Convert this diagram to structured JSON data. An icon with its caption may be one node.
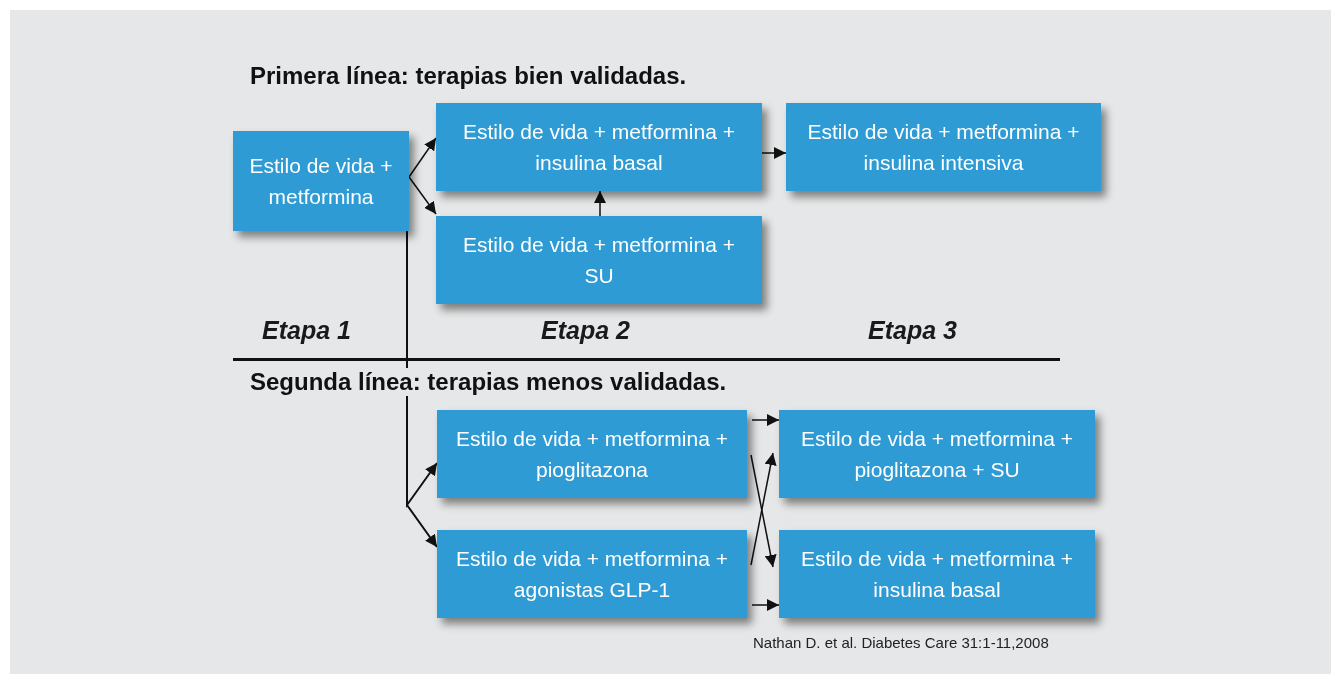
{
  "diagram": {
    "nodes": [
      {
        "text": [
          "Estilo de vida + metformina"
        ]
      },
      {
        "text": [
          "Estilo de vida + metformina + insulina basal"
        ]
      },
      {
        "text": [
          "Estilo de vida + metformina + SU"
        ]
      },
      {
        "text": [
          "Estilo de vida + metformina + insulina intensiva"
        ]
      },
      {
        "text": [
          "Estilo de vida + metformina + pioglitazona"
        ]
      },
      {
        "text": [
          "Estilo de vida + metformina + agonistas GLP-1"
        ]
      },
      {
        "text": [
          "Estilo de vida + metformina + pioglitazona + SU"
        ]
      },
      {
        "text": [
          "Estilo de vida + metformina + insulina basal"
        ]
      }
    ],
    "edges": [
      {
        "from": 0,
        "to": 1,
        "arrow": "to"
      },
      {
        "from": 0,
        "to": 2,
        "arrow": "to"
      },
      {
        "from": 2,
        "to": 1,
        "arrow": "to"
      },
      {
        "from": 1,
        "to": 3,
        "arrow": "to"
      },
      {
        "from": 0,
        "to": 4,
        "arrow": "to"
      },
      {
        "from": 0,
        "to": 5,
        "arrow": "to"
      },
      {
        "from": 4,
        "to": 6,
        "arrow": "to"
      },
      {
        "from": 4,
        "to": 7,
        "arrow": "to"
      },
      {
        "from": 5,
        "to": 6,
        "arrow": "to"
      },
      {
        "from": 5,
        "to": 7,
        "arrow": "to"
      }
    ],
    "labels": [
      "Primera línea: terapias bien validadas.",
      "Etapa 1",
      "Etapa 2",
      "Etapa 3",
      "Segunda línea: terapias menos validadas.",
      "Nathan D. et al. Diabetes Care 31:1-11,2008"
    ]
  }
}
